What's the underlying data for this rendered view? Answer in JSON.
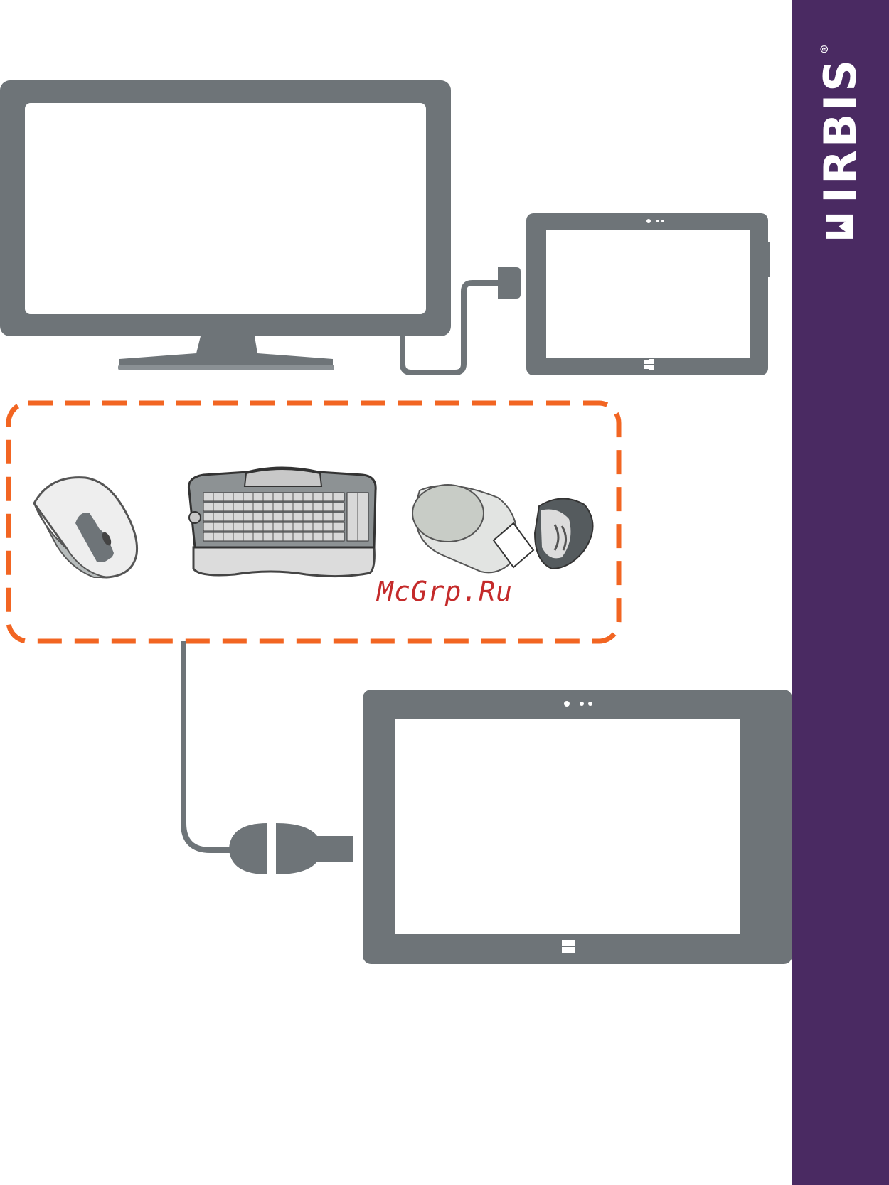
{
  "brand": {
    "name": "IRBIS",
    "registered_mark": "®",
    "sidebar_color": "#4a2a62"
  },
  "watermark": {
    "text": "McGrp.Ru",
    "color": "#c42a2a"
  },
  "colors": {
    "device_gray": "#6e7478",
    "dashed_frame": "#f26522"
  },
  "devices": [
    {
      "name": "monitor",
      "icon": "monitor-icon"
    },
    {
      "name": "tablet-small",
      "icon": "tablet-icon"
    },
    {
      "name": "tablet-large",
      "icon": "tablet-icon"
    },
    {
      "name": "mouse",
      "icon": "mouse-icon"
    },
    {
      "name": "keyboard",
      "icon": "keyboard-icon"
    },
    {
      "name": "usb-receiver",
      "icon": "usb-receiver-icon"
    }
  ]
}
